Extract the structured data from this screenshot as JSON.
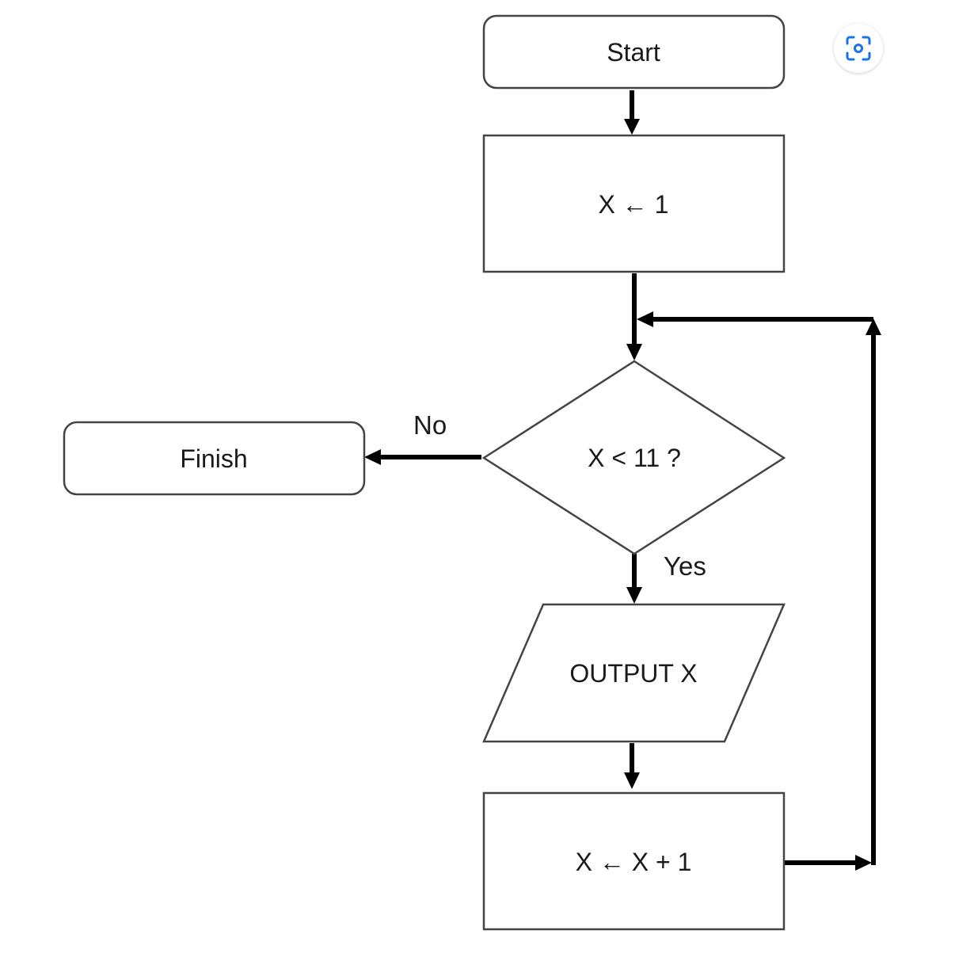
{
  "flowchart": {
    "nodes": {
      "start": "Start",
      "init": "X ← 1",
      "decision": "X < 11 ?",
      "output": "OUTPUT X",
      "increment": "X ← X + 1",
      "finish": "Finish"
    },
    "edge_labels": {
      "no": "No",
      "yes": "Yes"
    }
  },
  "toolbar": {
    "lens_icon": "visual-search-icon",
    "accent_color": "#1a73e8"
  }
}
